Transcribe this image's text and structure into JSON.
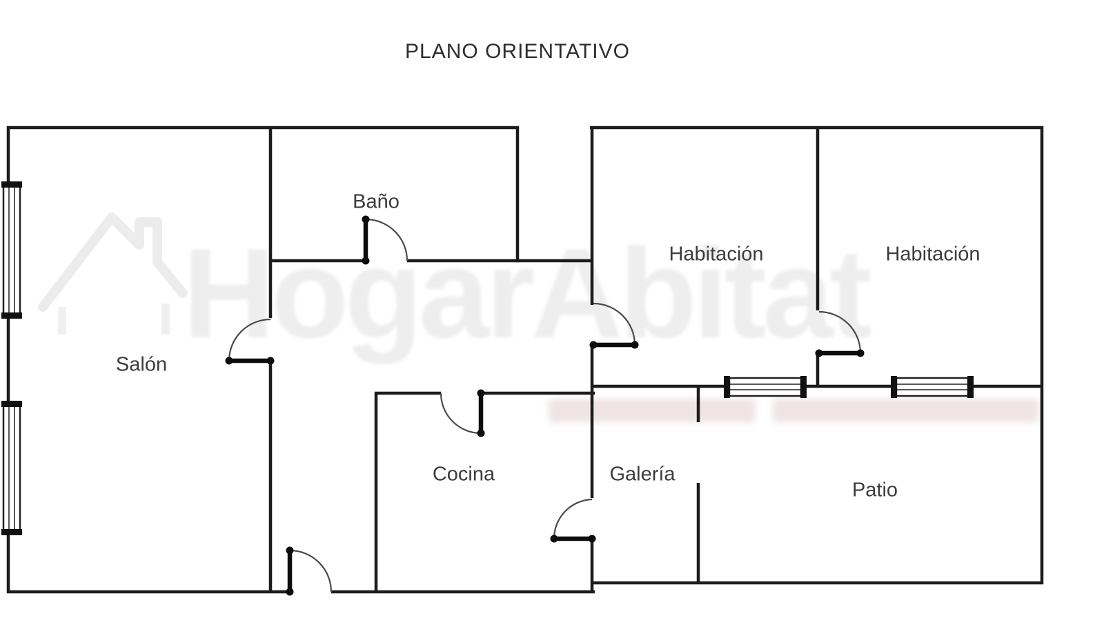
{
  "title": "PLANO ORIENTATIVO",
  "watermark": {
    "text": "HogarAbitat"
  },
  "rooms": {
    "bano": "Baño",
    "habitacion_1": "Habitación",
    "habitacion_2": "Habitación",
    "salon": "Salón",
    "cocina": "Cocina",
    "galeria": "Galería",
    "patio": "Patio"
  }
}
